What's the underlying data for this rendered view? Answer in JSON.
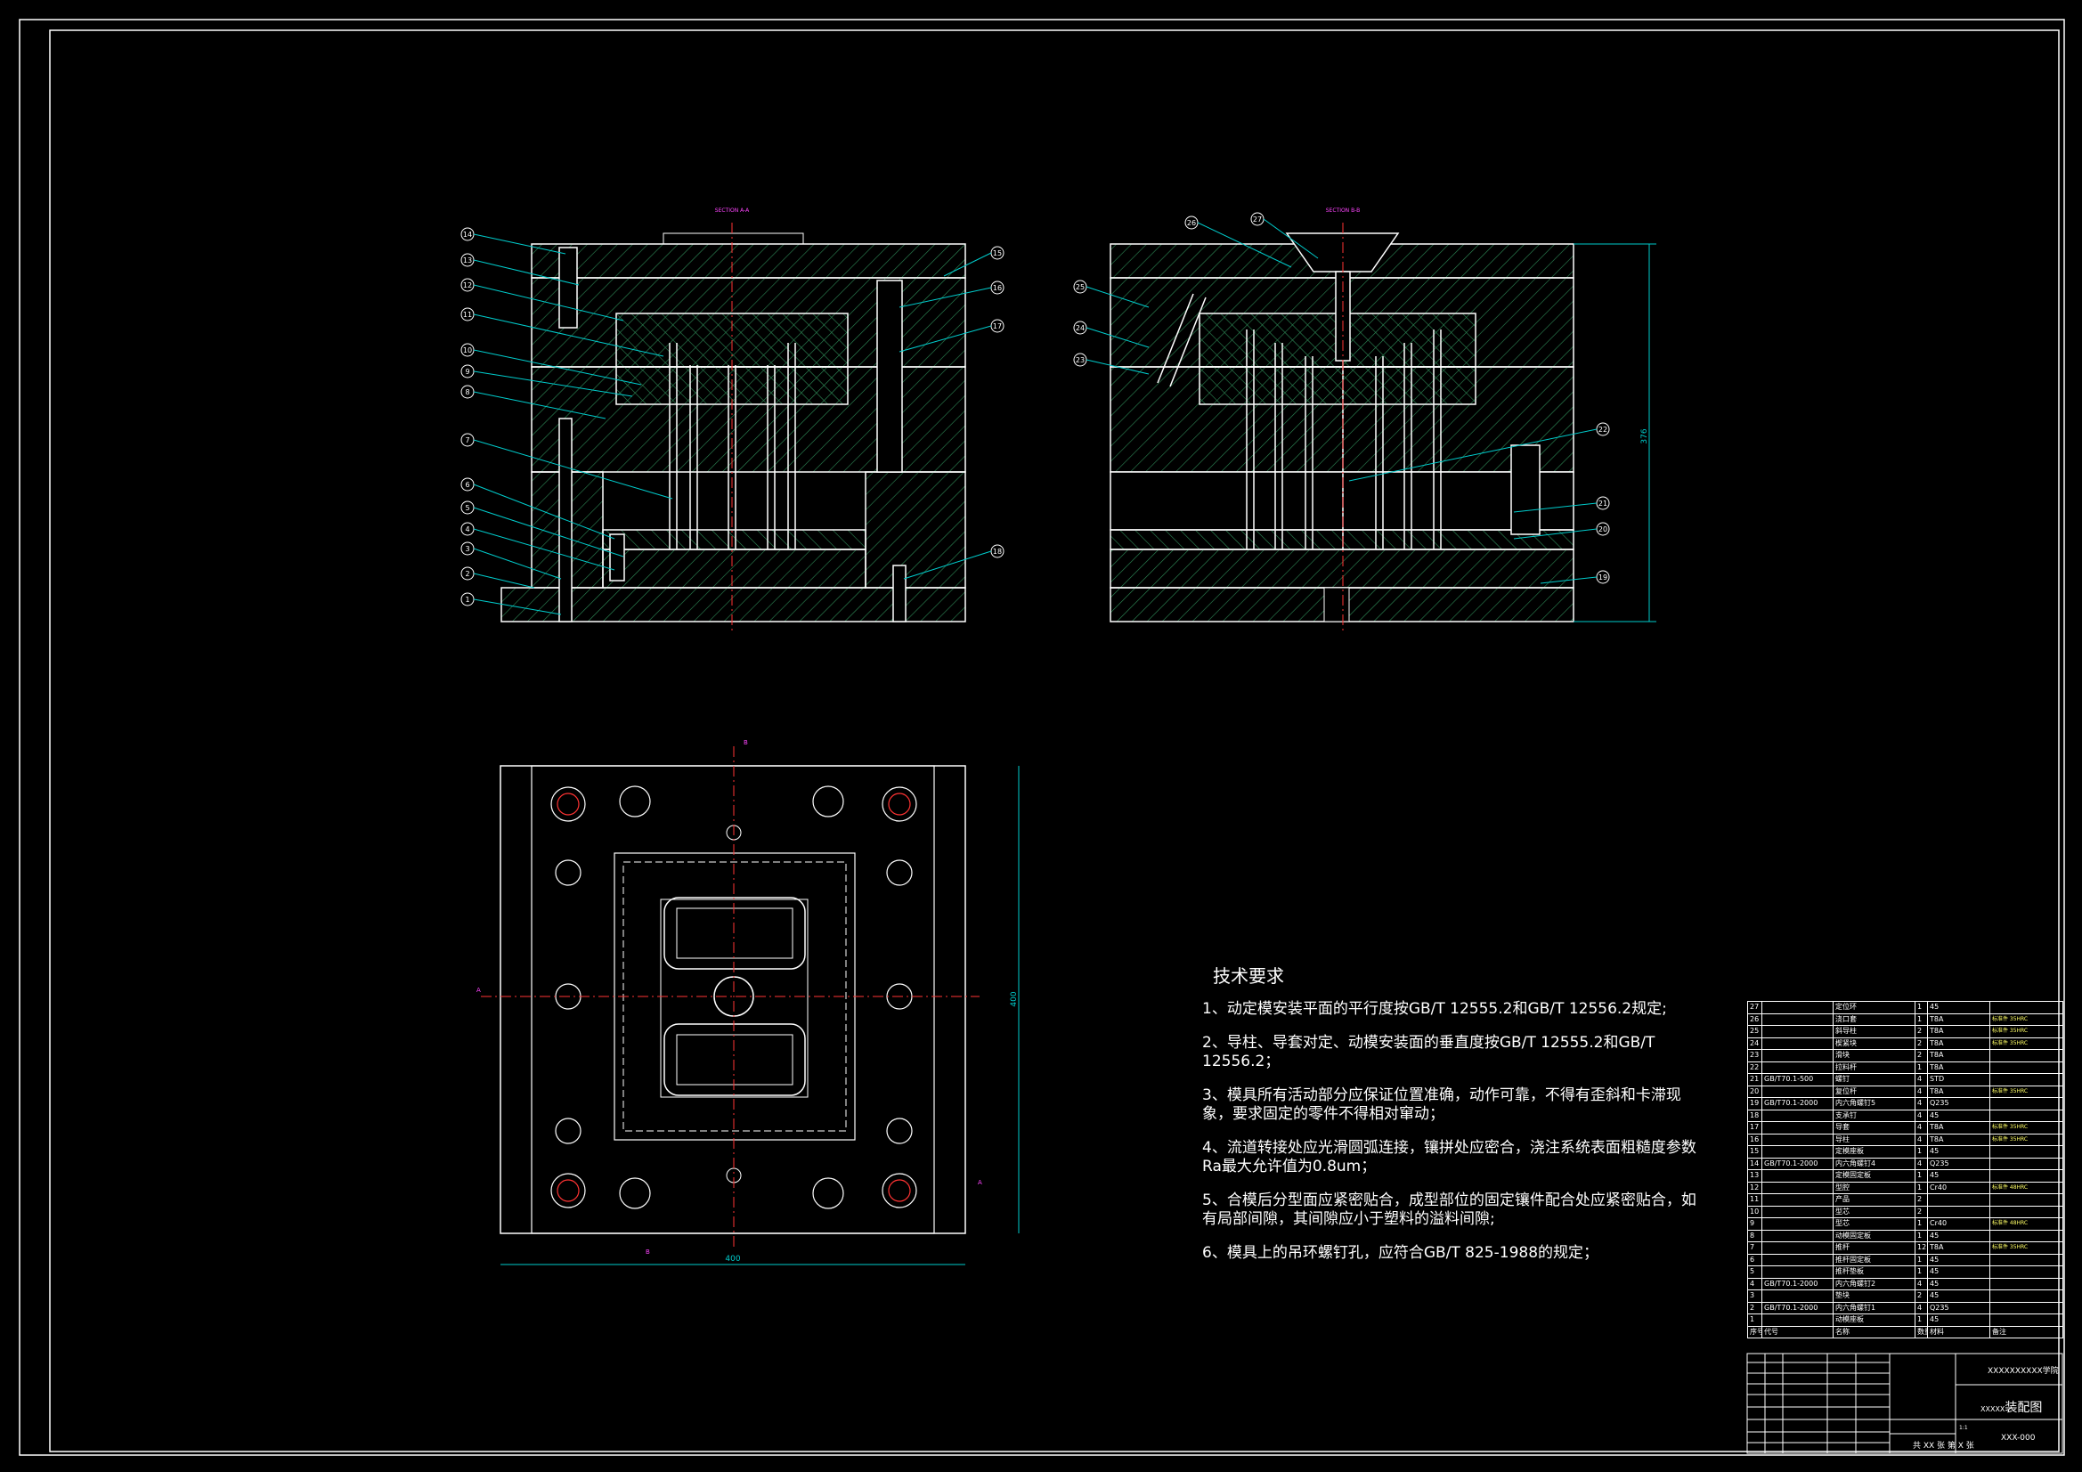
{
  "drawing": {
    "section_label_left": "SECTION A-A",
    "section_label_right": "SECTION B-B",
    "dim_height": "376",
    "dim_top_view_width": "400",
    "dim_top_view_height": "400",
    "callouts_left": [
      "14",
      "13",
      "12",
      "11",
      "10",
      "9",
      "8",
      "7",
      "6",
      "5",
      "4",
      "3",
      "2",
      "1"
    ],
    "callouts_right_of_left": [
      "15",
      "16",
      "17",
      "18"
    ],
    "callouts_right_view_left": [
      "25",
      "24",
      "23"
    ],
    "callouts_right_view_top": [
      "26",
      "27"
    ],
    "callouts_right_view_right": [
      "22",
      "21",
      "20",
      "19"
    ],
    "section_marks": [
      "B",
      "A",
      "A",
      "B"
    ]
  },
  "tech_requirements": {
    "title": "技术要求",
    "lines": [
      "1、动定模安装平面的平行度按GB/T 12555.2和GB/T 12556.2规定;",
      "2、导柱、导套对定、动模安装面的垂直度按GB/T 12555.2和GB/T 12556.2；",
      "3、模具所有活动部分应保证位置准确，动作可靠，不得有歪斜和卡滞现象，要求固定的零件不得相对窜动；",
      "4、流道转接处应光滑圆弧连接，镶拼处应密合，浇注系统表面粗糙度参数Ra最大允许值为0.8um；",
      "5、合模后分型面应紧密贴合，成型部位的固定镶件配合处应紧密贴合，如有局部间隙，其间隙应小于塑料的溢料间隙;",
      "6、模具上的吊环螺钉孔，应符合GB/T 825-1988的规定；"
    ]
  },
  "bom": {
    "rows": [
      {
        "no": "27",
        "code": "",
        "name": "定位环",
        "qty": "1",
        "mat": "45",
        "note": ""
      },
      {
        "no": "26",
        "code": "",
        "name": "浇口套",
        "qty": "1",
        "mat": "T8A",
        "note": "标准件 35HRC"
      },
      {
        "no": "25",
        "code": "",
        "name": "斜导柱",
        "qty": "2",
        "mat": "T8A",
        "note": "标准件 35HRC"
      },
      {
        "no": "24",
        "code": "",
        "name": "楔紧块",
        "qty": "2",
        "mat": "T8A",
        "note": "标准件 35HRC"
      },
      {
        "no": "23",
        "code": "",
        "name": "滑块",
        "qty": "2",
        "mat": "T8A",
        "note": ""
      },
      {
        "no": "22",
        "code": "",
        "name": "拉料杆",
        "qty": "1",
        "mat": "T8A",
        "note": ""
      },
      {
        "no": "21",
        "code": "GB/T70.1-500",
        "name": "螺钉",
        "qty": "4",
        "mat": "STD",
        "note": ""
      },
      {
        "no": "20",
        "code": "",
        "name": "复位杆",
        "qty": "4",
        "mat": "T8A",
        "note": "标准件 35HRC"
      },
      {
        "no": "19",
        "code": "GB/T70.1-2000",
        "name": "内六角螺钉5",
        "qty": "4",
        "mat": "Q235",
        "note": ""
      },
      {
        "no": "18",
        "code": "",
        "name": "支承钉",
        "qty": "4",
        "mat": "45",
        "note": ""
      },
      {
        "no": "17",
        "code": "",
        "name": "导套",
        "qty": "4",
        "mat": "T8A",
        "note": "标准件 35HRC"
      },
      {
        "no": "16",
        "code": "",
        "name": "导柱",
        "qty": "4",
        "mat": "T8A",
        "note": "标准件 35HRC"
      },
      {
        "no": "15",
        "code": "",
        "name": "定模座板",
        "qty": "1",
        "mat": "45",
        "note": ""
      },
      {
        "no": "14",
        "code": "GB/T70.1-2000",
        "name": "内六角螺钉4",
        "qty": "4",
        "mat": "Q235",
        "note": ""
      },
      {
        "no": "13",
        "code": "",
        "name": "定模固定板",
        "qty": "1",
        "mat": "45",
        "note": ""
      },
      {
        "no": "12",
        "code": "",
        "name": "型腔",
        "qty": "1",
        "mat": "Cr40",
        "note": "标准件 48HRC"
      },
      {
        "no": "11",
        "code": "",
        "name": "产品",
        "qty": "2",
        "mat": "",
        "note": ""
      },
      {
        "no": "10",
        "code": "",
        "name": "型芯",
        "qty": "2",
        "mat": "",
        "note": ""
      },
      {
        "no": "9",
        "code": "",
        "name": "型芯",
        "qty": "1",
        "mat": "Cr40",
        "note": "标准件 48HRC"
      },
      {
        "no": "8",
        "code": "",
        "name": "动模固定板",
        "qty": "1",
        "mat": "45",
        "note": ""
      },
      {
        "no": "7",
        "code": "",
        "name": "推杆",
        "qty": "12",
        "mat": "T8A",
        "note": "标准件 35HRC"
      },
      {
        "no": "6",
        "code": "",
        "name": "推杆固定板",
        "qty": "1",
        "mat": "45",
        "note": ""
      },
      {
        "no": "5",
        "code": "",
        "name": "推杆垫板",
        "qty": "1",
        "mat": "45",
        "note": ""
      },
      {
        "no": "4",
        "code": "GB/T70.1-2000",
        "name": "内六角螺钉2",
        "qty": "4",
        "mat": "45",
        "note": ""
      },
      {
        "no": "3",
        "code": "",
        "name": "垫块",
        "qty": "2",
        "mat": "45",
        "note": ""
      },
      {
        "no": "2",
        "code": "GB/T70.1-2000",
        "name": "内六角螺钉1",
        "qty": "4",
        "mat": "Q235",
        "note": ""
      },
      {
        "no": "1",
        "code": "",
        "name": "动模座板",
        "qty": "1",
        "mat": "45",
        "note": ""
      }
    ],
    "header": {
      "no": "序号",
      "code": "代号",
      "name": "名称",
      "qty": "数量",
      "mat": "材料",
      "note": "备注"
    }
  },
  "title_block": {
    "school": "XXXXXXXXXX学院",
    "drawing_name": "装配图",
    "drawing_prefix": "XXXXX",
    "drawing_code": "XXX-000",
    "sheet": "共 XX 张  第 X 张",
    "scale": "1:1"
  }
}
